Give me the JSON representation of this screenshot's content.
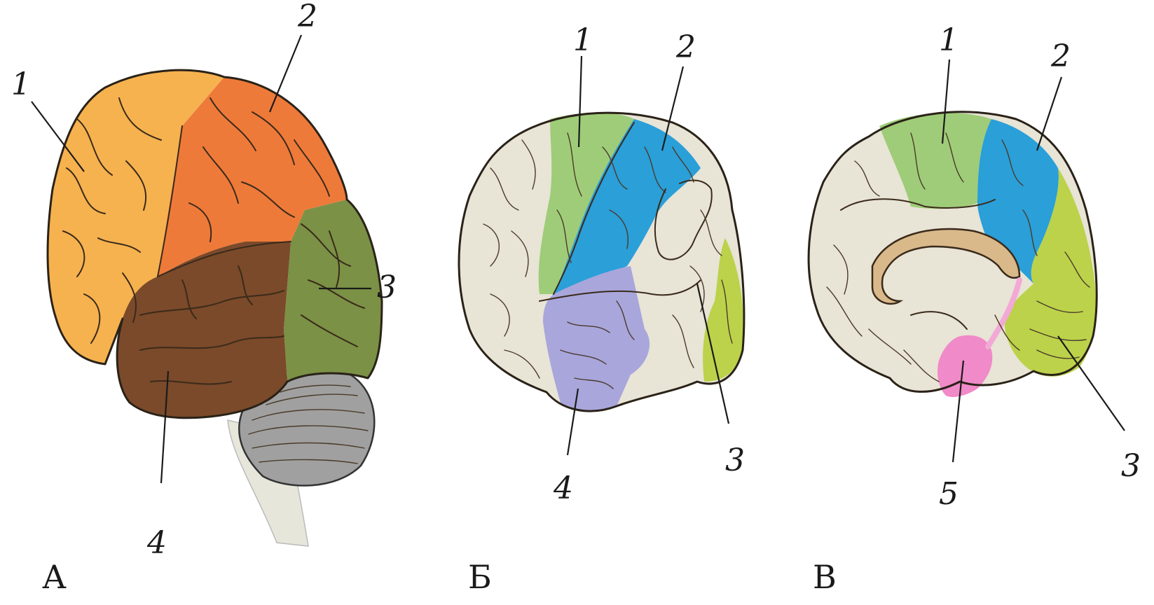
{
  "panels": [
    {
      "label": "А",
      "callouts": [
        "1",
        "2",
        "3",
        "4"
      ],
      "colors": {
        "frontal": "#f6b24f",
        "parietal": "#ee7a3a",
        "occipital": "#7b9146",
        "temporal": "#7a4a2a",
        "cerebellum": "#9a9a9a",
        "brainstem": "#e6e6da"
      }
    },
    {
      "label": "Б",
      "callouts": [
        "1",
        "2",
        "3",
        "4"
      ],
      "colors": {
        "base": "#e8e4d6",
        "zone1": "#9fcc78",
        "zone2": "#2a9fd8",
        "zone3": "#bcd24a",
        "zone4": "#a9a6dc"
      }
    },
    {
      "label": "В",
      "callouts": [
        "1",
        "2",
        "3",
        "5"
      ],
      "colors": {
        "base": "#e8e4d6",
        "zone1": "#9fcc78",
        "zone2": "#2a9fd8",
        "zone3": "#bcd24a",
        "zone5": "#f08ac8",
        "callosum": "#d9b88a"
      }
    }
  ]
}
